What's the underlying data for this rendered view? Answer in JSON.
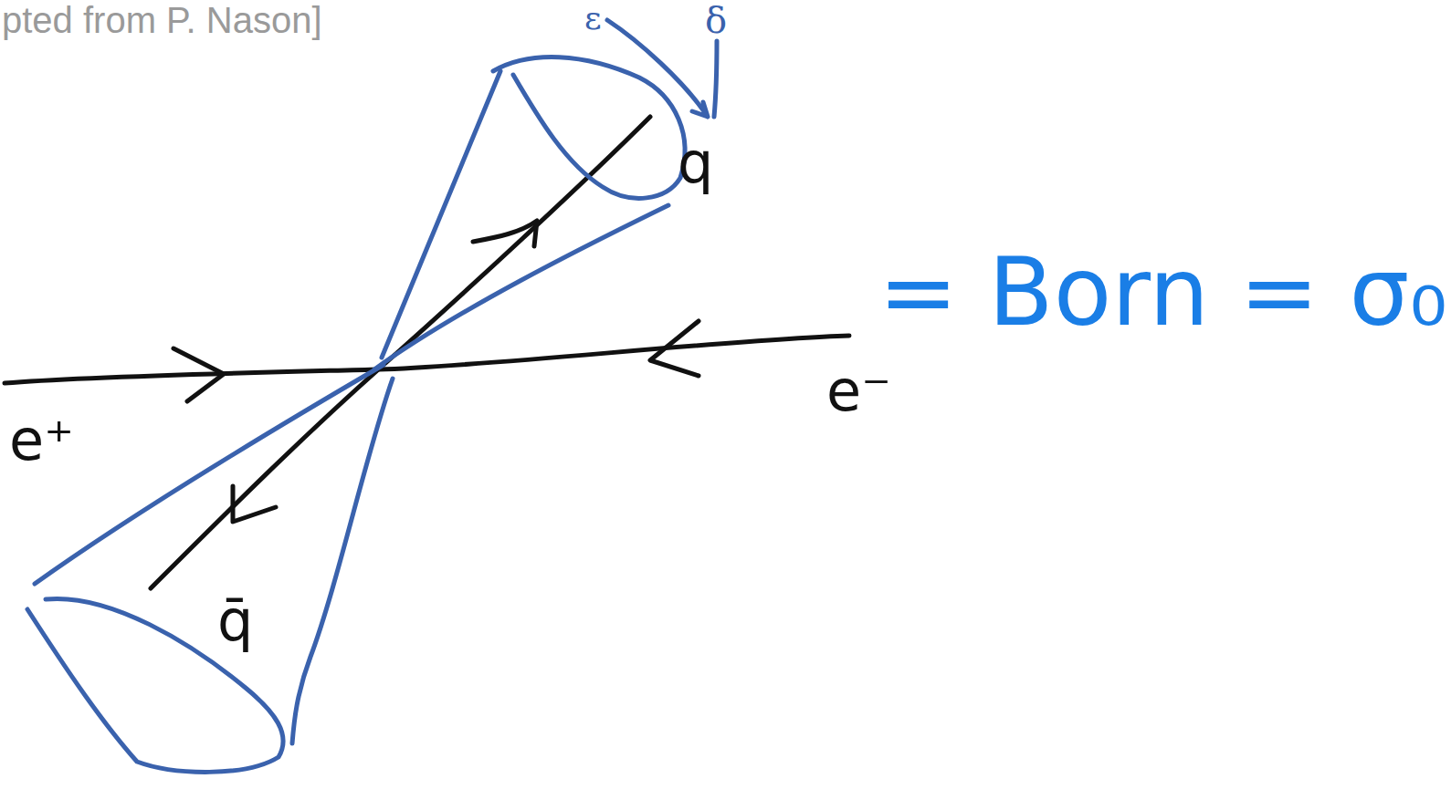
{
  "diagram": {
    "labels": [
      "pted from P. Nason]",
      "ε",
      "δ",
      "q",
      "q̄",
      "e⁺",
      "e⁻",
      "= Born = σ₀"
    ]
  }
}
